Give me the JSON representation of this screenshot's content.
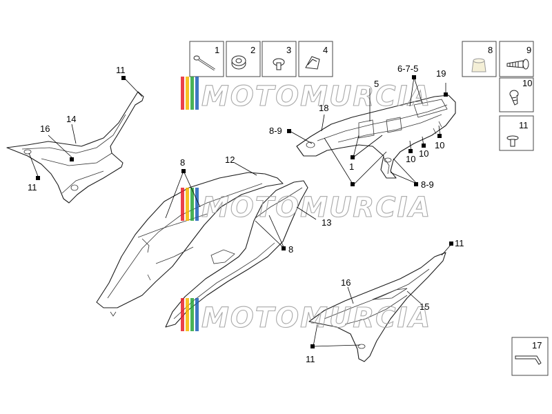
{
  "watermark": {
    "brand": "MOTOMURCIA",
    "stripe_colors": [
      "#e8202a",
      "#f5b800",
      "#2aa53a",
      "#1e5fb8"
    ]
  },
  "legend_boxes": [
    {
      "num": "1",
      "icon": "pin-bolt-icon"
    },
    {
      "num": "2",
      "icon": "grommet-icon"
    },
    {
      "num": "3",
      "icon": "screw-icon"
    },
    {
      "num": "4",
      "icon": "clip-nut-icon"
    },
    {
      "num": "8",
      "icon": "rubber-bush-icon"
    },
    {
      "num": "9",
      "icon": "self-tapping-screw-icon"
    },
    {
      "num": "10",
      "icon": "screw-icon"
    },
    {
      "num": "11",
      "icon": "push-rivet-icon"
    },
    {
      "num": "17",
      "icon": "allen-key-icon"
    }
  ],
  "callouts": {
    "c11_top_left": "11",
    "c14": "14",
    "c16_left": "16",
    "c11_left": "11",
    "c8_top": "8",
    "c12": "12",
    "c13": "13",
    "c8_mid": "8",
    "c18": "18",
    "c5": "5",
    "c675": "6-7-5",
    "c19": "19",
    "c89_left": "8-9",
    "c1": "1",
    "c10_a": "10",
    "c10_b": "10",
    "c10_c": "10",
    "c89_right": "8-9",
    "c11_right": "11",
    "c16_right": "16",
    "c15": "15",
    "c11_bottom": "11"
  }
}
